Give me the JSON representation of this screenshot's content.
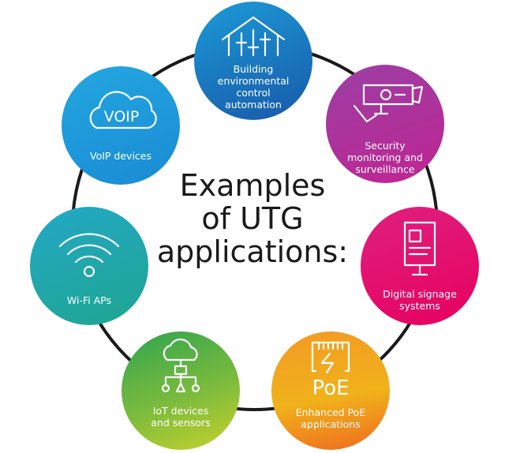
{
  "title": {
    "lines": [
      "Examples",
      "of UTG",
      "applications:"
    ]
  },
  "colors": {
    "ring": "#1a1a1a",
    "text": "#1a1a1a",
    "building": "#1859a8",
    "security": "#b02d97",
    "signage": "#e10f70",
    "poe": "#f29a22",
    "iot": "#57ac44",
    "wifi": "#1fa6a8",
    "voip": "#1f9bda"
  },
  "nodes": {
    "building": {
      "label_lines": [
        "Building",
        "environmental",
        "control",
        "automation"
      ],
      "icon": "house-sliders-icon"
    },
    "security": {
      "label_lines": [
        "Security",
        "monitoring and",
        "surveillance"
      ],
      "icon": "security-camera-icon"
    },
    "signage": {
      "label_lines": [
        "Digital signage",
        "systems"
      ],
      "icon": "signage-kiosk-icon"
    },
    "poe": {
      "label_lines": [
        "Enhanced PoE",
        "applications"
      ],
      "icon_text": "PoE",
      "icon": "ethernet-power-icon"
    },
    "iot": {
      "label_lines": [
        "IoT devices",
        "and sensors"
      ],
      "icon": "cloud-network-icon"
    },
    "wifi": {
      "label_lines": [
        "Wi-Fi APs"
      ],
      "icon": "wifi-icon"
    },
    "voip": {
      "label_lines": [
        "VoIP devices"
      ],
      "icon_text": "VOIP",
      "icon": "cloud-voip-icon"
    }
  }
}
